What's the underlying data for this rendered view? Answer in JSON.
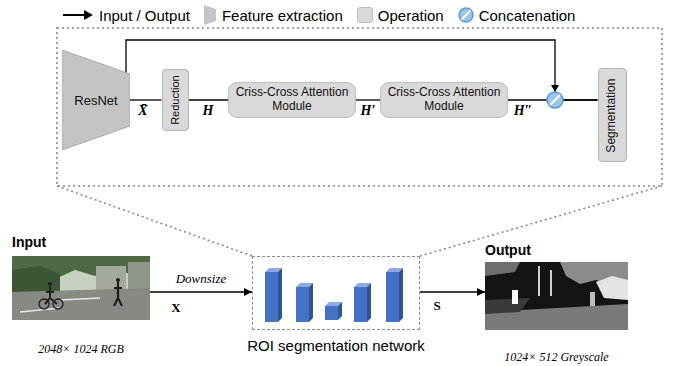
{
  "diagram": {
    "nodes": [
      {
        "text": [
          "ResNet"
        ]
      },
      {
        "text": [
          "Reduction"
        ]
      },
      {
        "text": [
          "Criss-Cross Attention Module"
        ]
      },
      {
        "text": [
          "Criss-Cross Attention Module"
        ]
      },
      {
        "text": [
          "Segmentation"
        ]
      },
      {
        "text": [
          "Input",
          "2048× 1024 RGB"
        ]
      },
      {
        "text": [
          "ROI segmentation network"
        ]
      },
      {
        "text": [
          "Output",
          "1024× 512 Greyscale"
        ]
      }
    ],
    "edges": [
      {
        "from": 0,
        "to": 1,
        "arrow": "none",
        "label": "X̄"
      },
      {
        "from": 1,
        "to": 2,
        "arrow": "none",
        "label": "H"
      },
      {
        "from": 2,
        "to": 3,
        "arrow": "none",
        "label": "H′"
      },
      {
        "from": 3,
        "to": 4,
        "arrow": "none",
        "label": "H″"
      },
      {
        "from": 0,
        "to": 4,
        "arrow": "none"
      },
      {
        "from": 5,
        "to": 6,
        "arrow": "to",
        "label": "Downsize"
      },
      {
        "from": 6,
        "to": 7,
        "arrow": "to",
        "label": "S"
      }
    ],
    "labels": [
      "X"
    ],
    "legend": [
      {
        "text": "Input / Output"
      },
      {
        "text": "Feature extraction"
      },
      {
        "text": "Operation",
        "color": "#d9d9d9"
      },
      {
        "text": "Concatenation"
      }
    ]
  }
}
